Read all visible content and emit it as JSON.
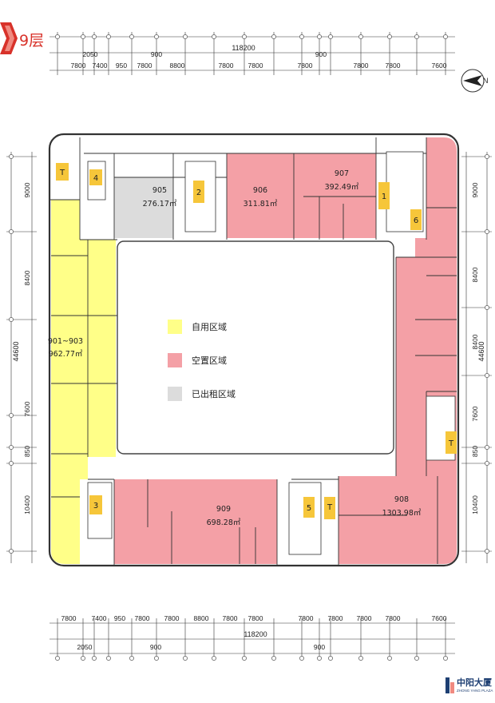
{
  "floor": {
    "label": "9层"
  },
  "dimensions": {
    "top_total": "118200",
    "bottom_total": "118200",
    "top_small": [
      "2050",
      "950",
      "900",
      "900"
    ],
    "top_segments": [
      "7800",
      "7400",
      "7800",
      "8800",
      "7800",
      "7800",
      "7800",
      "7800",
      "7800",
      "7600"
    ],
    "bottom_small": [
      "950",
      "2050",
      "900",
      "900"
    ],
    "bottom_segments": [
      "7800",
      "7400",
      "7800",
      "7800",
      "8800",
      "7800",
      "7800",
      "7800",
      "7800",
      "7800",
      "7800",
      "7600"
    ],
    "left_total": "44600",
    "right_total": "44600",
    "left_segments": [
      "9000",
      "8400",
      "7600",
      "850",
      "10400"
    ],
    "right_segments": [
      "9000",
      "8400",
      "8400",
      "7600",
      "850",
      "10400"
    ]
  },
  "rooms": [
    {
      "id": "901-903",
      "label": "901~903",
      "area": "962.77㎡",
      "status": "self_use"
    },
    {
      "id": "905",
      "label": "905",
      "area": "276.17㎡",
      "status": "leased"
    },
    {
      "id": "906",
      "label": "906",
      "area": "311.81㎡",
      "status": "vacant"
    },
    {
      "id": "907",
      "label": "907",
      "area": "392.49㎡",
      "status": "vacant"
    },
    {
      "id": "908",
      "label": "908",
      "area": "1303.98㎡",
      "status": "vacant"
    },
    {
      "id": "909",
      "label": "909",
      "area": "698.28㎡",
      "status": "vacant"
    }
  ],
  "cores": {
    "stair_1": "1",
    "stair_2": "2",
    "stair_3": "3",
    "stair_5": "5",
    "stair_6": "6",
    "stair_4": "4",
    "toilet_a": "T",
    "toilet_b": "T",
    "toilet_c": "T"
  },
  "legend": {
    "self_use": {
      "label": "自用区域",
      "color": "#ffff88"
    },
    "vacant": {
      "label": "空置区域",
      "color": "#f4a0a6"
    },
    "leased": {
      "label": "已出租区域",
      "color": "#dcdcdc"
    }
  },
  "colors": {
    "self_use": "#ffff88",
    "vacant": "#f4a0a6",
    "leased": "#dcdcdc",
    "core": "#f6c63a",
    "wall": "#333333",
    "brand": "#1e3f73",
    "accent": "#d8322a"
  },
  "brand": {
    "name": "中阳大厦",
    "sub": "ZHONG YANG PLAZA"
  },
  "compass": {
    "label": "N"
  }
}
